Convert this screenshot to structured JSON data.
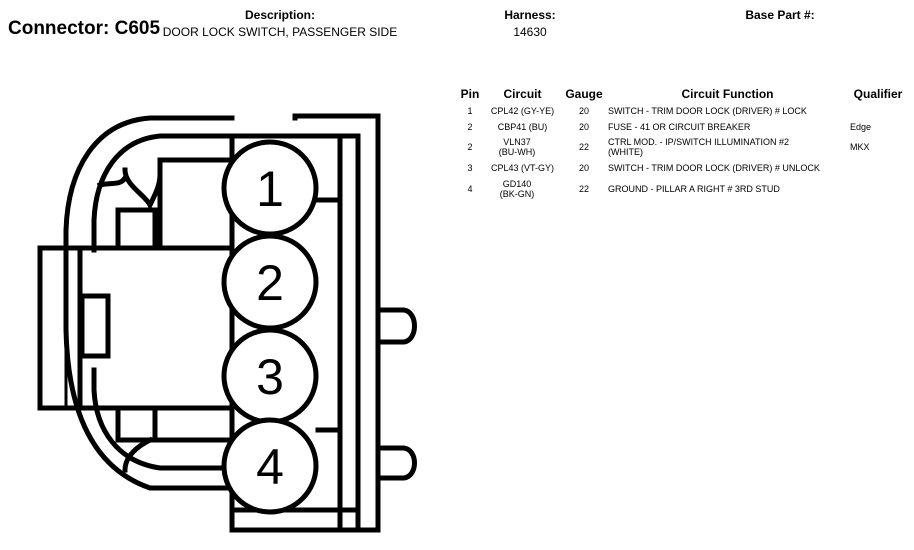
{
  "header": {
    "connector": "Connector: C605",
    "description_label": "Description:",
    "description_value": "DOOR LOCK SWITCH, PASSENGER SIDE",
    "harness_label": "Harness:",
    "harness_value": "14630",
    "base_part_label": "Base Part #:"
  },
  "table": {
    "headers": {
      "pin": "Pin",
      "circuit": "Circuit",
      "gauge": "Gauge",
      "function": "Circuit Function",
      "qualifier": "Qualifier"
    },
    "rows": [
      {
        "pin": "1",
        "circuit": "CPL42 (GY-YE)",
        "gauge": "20",
        "function": "SWITCH - TRIM DOOR LOCK (DRIVER) # LOCK",
        "qualifier": ""
      },
      {
        "pin": "2",
        "circuit": "CBP41 (BU)",
        "gauge": "20",
        "function": "FUSE - 41 OR CIRCUIT BREAKER",
        "qualifier": "Edge"
      },
      {
        "pin": "2",
        "circuit": "VLN37 (BU-WH)",
        "gauge": "22",
        "function": "CTRL MOD. - IP/SWITCH ILLUMINATION #2 (WHITE)",
        "qualifier": "MKX"
      },
      {
        "pin": "3",
        "circuit": "CPL43 (VT-GY)",
        "gauge": "20",
        "function": "SWITCH - TRIM DOOR LOCK (DRIVER) # UNLOCK",
        "qualifier": ""
      },
      {
        "pin": "4",
        "circuit": "GD140 (BK-GN)",
        "gauge": "22",
        "function": "GROUND - PILLAR A RIGHT # 3RD STUD",
        "qualifier": ""
      }
    ]
  },
  "diagram": {
    "pin_labels": [
      "1",
      "2",
      "3",
      "4"
    ]
  }
}
